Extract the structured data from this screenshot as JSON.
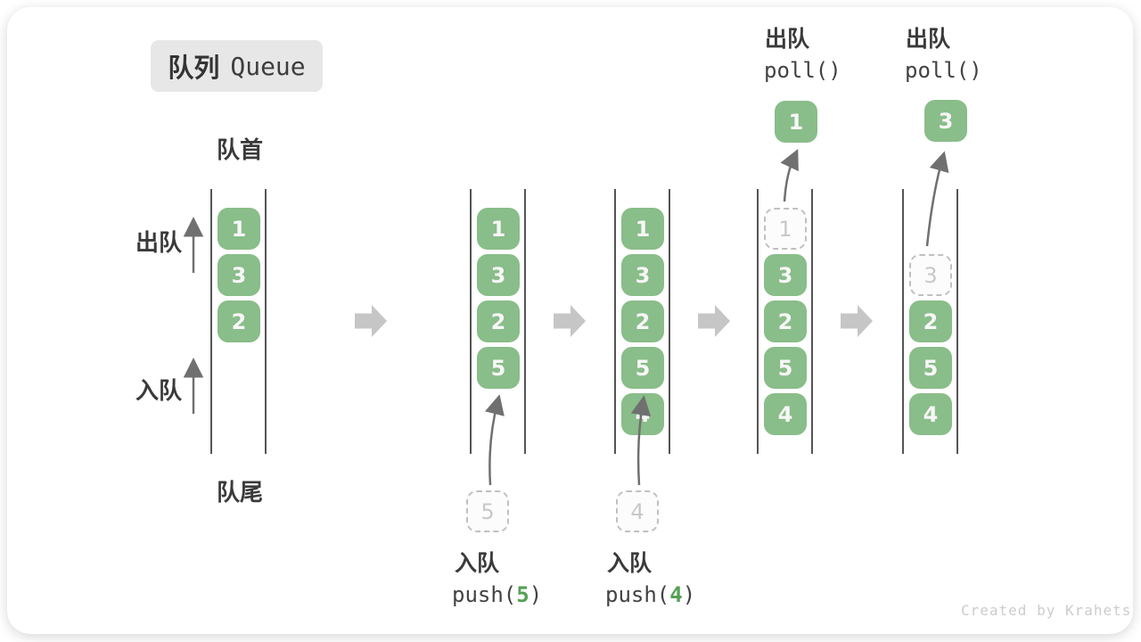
{
  "title": {
    "zh": "队列",
    "en": "Queue"
  },
  "labels": {
    "head": "队首",
    "tail": "队尾",
    "dequeue": "出队",
    "enqueue": "入队"
  },
  "queues": [
    {
      "cells": [
        {
          "v": "1"
        },
        {
          "v": "3"
        },
        {
          "v": "2"
        }
      ]
    },
    {
      "cells": [
        {
          "v": "1"
        },
        {
          "v": "3"
        },
        {
          "v": "2"
        },
        {
          "v": "5"
        }
      ]
    },
    {
      "cells": [
        {
          "v": "1"
        },
        {
          "v": "3"
        },
        {
          "v": "2"
        },
        {
          "v": "5"
        },
        {
          "v": "4"
        }
      ]
    },
    {
      "cells": [
        {
          "v": "1",
          "ghost": true
        },
        {
          "v": "3"
        },
        {
          "v": "2"
        },
        {
          "v": "5"
        },
        {
          "v": "4"
        }
      ]
    },
    {
      "cells": [
        {
          "v": "3",
          "ghost": true
        },
        {
          "v": "2"
        },
        {
          "v": "5"
        },
        {
          "v": "4"
        }
      ]
    }
  ],
  "operations": {
    "push_5": {
      "label": "入队",
      "fn": "push(",
      "arg": "5",
      "close": ")"
    },
    "push_4": {
      "label": "入队",
      "fn": "push(",
      "arg": "4",
      "close": ")"
    },
    "poll_1": {
      "label": "出队",
      "code": "poll()",
      "result": "1"
    },
    "poll_2": {
      "label": "出队",
      "code": "poll()",
      "result": "3"
    }
  },
  "colors": {
    "box_green": "#89bd89",
    "code_arg_green": "#55a055",
    "block_arrow_gray": "#c6c6c6",
    "thin_arrow_gray": "#707070",
    "channel_line": "#555555",
    "badge_bg": "#e7e7e7",
    "text_dark": "#3a3a3a",
    "ghost_gray": "#c8c8c8"
  },
  "footer": {
    "credit": "Created by Krahets"
  }
}
